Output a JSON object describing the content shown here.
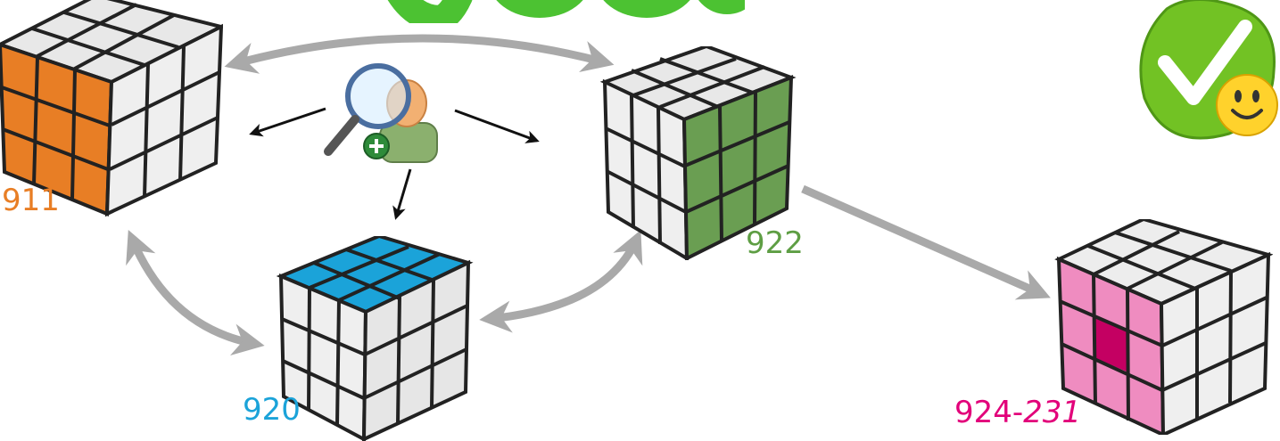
{
  "colors": {
    "orange": "#e87e25",
    "blue": "#1ba3d9",
    "green": "#5e9e44",
    "pink": "#e2007a",
    "title_green": "#4cc232",
    "arrow_gray": "#a9a9a9",
    "arrow_black": "#111111"
  },
  "title": {
    "text": ""
  },
  "icons": {
    "app_logo": "green-check-smiley-logo-icon",
    "search_user": "magnifier-add-user-icon"
  },
  "cubes": [
    {
      "id": "911",
      "label": "911",
      "highlight": "left-face",
      "color": "orange"
    },
    {
      "id": "920",
      "label": "920",
      "highlight": "top-face",
      "color": "blue"
    },
    {
      "id": "922",
      "label": "922",
      "highlight": "right-face",
      "color": "green"
    },
    {
      "id": "924",
      "label_main": "924-",
      "label_sub": "231",
      "highlight": "left-face",
      "color": "pink",
      "accent_cell": "center"
    }
  ]
}
